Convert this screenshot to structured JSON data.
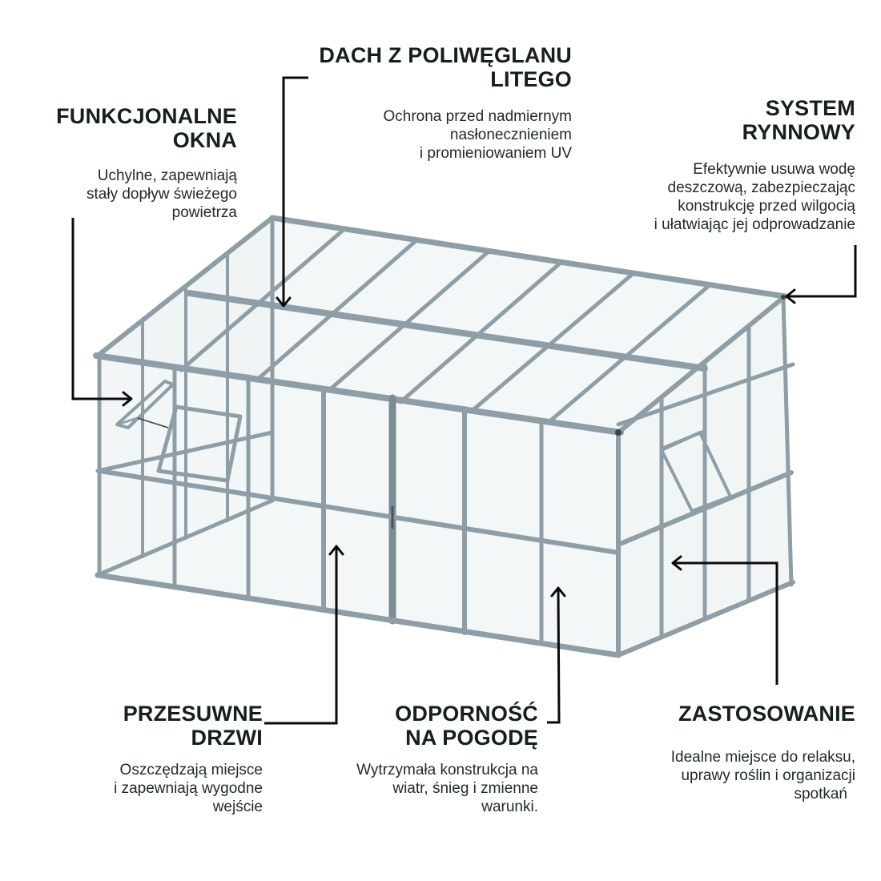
{
  "diagram": {
    "subject": "greenhouse-orangery",
    "colors": {
      "background": "#ffffff",
      "heading_text": "#15201a",
      "body_text": "#1f2a24",
      "frame": "#8f9ea6",
      "glass": "#eef3f4",
      "leader_line": "#0a0a0a"
    }
  },
  "callouts": {
    "roof": {
      "title_line1": "DACH Z POLIWĘGLANU",
      "title_line2": "LITEGO",
      "desc_line1": "Ochrona przed nadmiernym",
      "desc_line2": "nasłonecznieniem",
      "desc_line3": "i promieniowaniem UV"
    },
    "windows": {
      "title_line1": "FUNKCJONALNE",
      "title_line2": "OKNA",
      "desc_line1": "Uchylne, zapewniają",
      "desc_line2": "stały dopływ świeżego",
      "desc_line3": "powietrza"
    },
    "gutter": {
      "title_line1": "SYSTEM",
      "title_line2": "RYNNOWY",
      "desc_line1": "Efektywnie usuwa wodę",
      "desc_line2": "deszczową, zabezpieczając",
      "desc_line3": "konstrukcję przed wilgocią",
      "desc_line4": "i ułatwiając jej odprowadzanie"
    },
    "doors": {
      "title_line1": "PRZESUWNE",
      "title_line2": "DRZWI",
      "desc_line1": "Oszczędzają miejsce",
      "desc_line2": "i zapewniają wygodne",
      "desc_line3": "wejście"
    },
    "weather": {
      "title_line1": "ODPORNOŚĆ",
      "title_line2": "NA POGODĘ",
      "desc_line1": "Wytrzymała konstrukcja na",
      "desc_line2": "wiatr, śnieg i zmienne",
      "desc_line3": "warunki."
    },
    "usage": {
      "title_line1": "ZASTOSOWANIE",
      "desc_line1": "Idealne miejsce do relaksu,",
      "desc_line2": "uprawy roślin i organizacji",
      "desc_line3": "spotkań"
    }
  }
}
